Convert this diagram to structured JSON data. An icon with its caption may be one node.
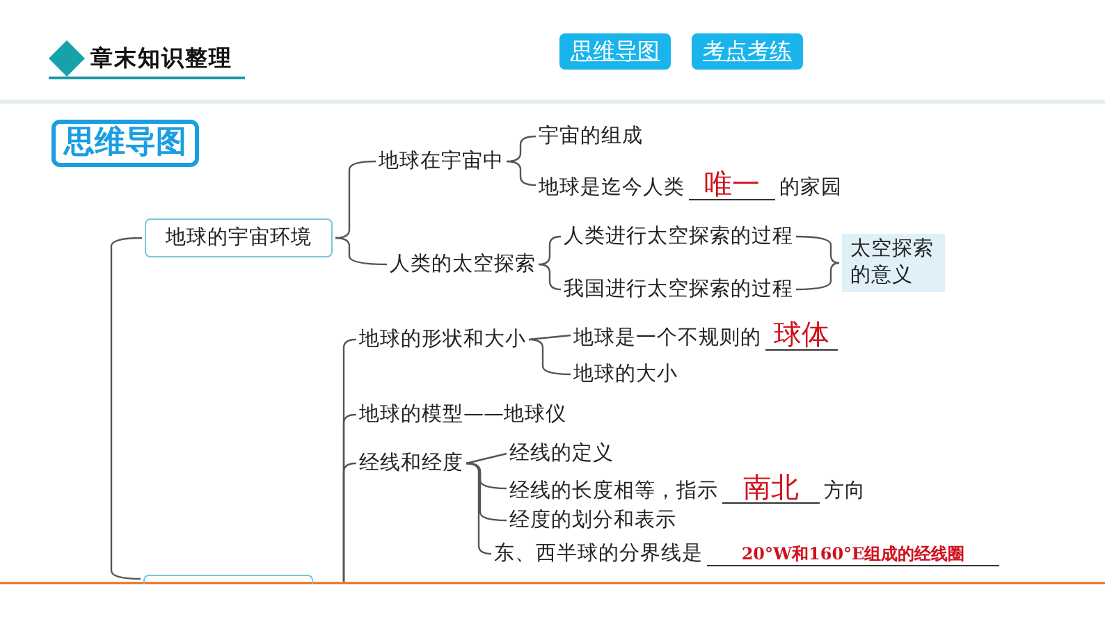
{
  "diagram": {
    "title": "章末知识整理",
    "nodes": [
      {
        "text": [
          "地球的宇宙环境"
        ]
      },
      {
        "text": [
          "地球在宇宙中"
        ]
      },
      {
        "text": [
          "宇宙的组成"
        ]
      },
      {
        "text": [
          "地球是迄今人类",
          "唯一",
          "的家园"
        ]
      },
      {
        "text": [
          "人类的太空探索"
        ]
      },
      {
        "text": [
          "人类进行太空探索的过程"
        ]
      },
      {
        "text": [
          "我国进行太空探索的过程"
        ]
      },
      {
        "text": [
          "太空探索的意义"
        ]
      },
      {
        "text": [],
        "shape": "box"
      },
      {
        "text": [
          "地球的形状和大小"
        ]
      },
      {
        "text": [
          "地球是一个不规则的",
          "球体"
        ]
      },
      {
        "text": [
          "地球的大小"
        ]
      },
      {
        "text": [
          "地球的模型——地球仪"
        ]
      },
      {
        "text": [
          "经线和经度"
        ]
      },
      {
        "text": [
          "经线的定义"
        ]
      },
      {
        "text": [
          "经线的长度相等，指示",
          "南北",
          "方向"
        ]
      },
      {
        "text": [
          "经度的划分和表示"
        ]
      },
      {
        "text": [
          "东、西半球的分界线是",
          "20°W和160°E组成的经线圈"
        ]
      }
    ],
    "edges": [
      {
        "from": null,
        "to": 0,
        "arrow": "none"
      },
      {
        "from": null,
        "to": 8,
        "arrow": "none"
      },
      {
        "from": 0,
        "to": 1,
        "arrow": "none"
      },
      {
        "from": 0,
        "to": 4,
        "arrow": "none"
      },
      {
        "from": 1,
        "to": 2,
        "arrow": "none"
      },
      {
        "from": 1,
        "to": 3,
        "arrow": "none"
      },
      {
        "from": 4,
        "to": 5,
        "arrow": "none"
      },
      {
        "from": 4,
        "to": 6,
        "arrow": "none"
      },
      {
        "from": 5,
        "to": 7,
        "arrow": "none"
      },
      {
        "from": 6,
        "to": 7,
        "arrow": "none"
      },
      {
        "from": null,
        "to": 9,
        "arrow": "none"
      },
      {
        "from": null,
        "to": 12,
        "arrow": "none"
      },
      {
        "from": null,
        "to": 13,
        "arrow": "none"
      },
      {
        "from": 9,
        "to": 10,
        "arrow": "none"
      },
      {
        "from": 9,
        "to": 11,
        "arrow": "none"
      },
      {
        "from": 13,
        "to": 14,
        "arrow": "none"
      },
      {
        "from": 13,
        "to": 15,
        "arrow": "none"
      },
      {
        "from": 13,
        "to": 16,
        "arrow": "none"
      },
      {
        "from": 13,
        "to": 17,
        "arrow": "none"
      }
    ],
    "labels": [
      "思维导图",
      "考点考练",
      "思维导图"
    ]
  }
}
